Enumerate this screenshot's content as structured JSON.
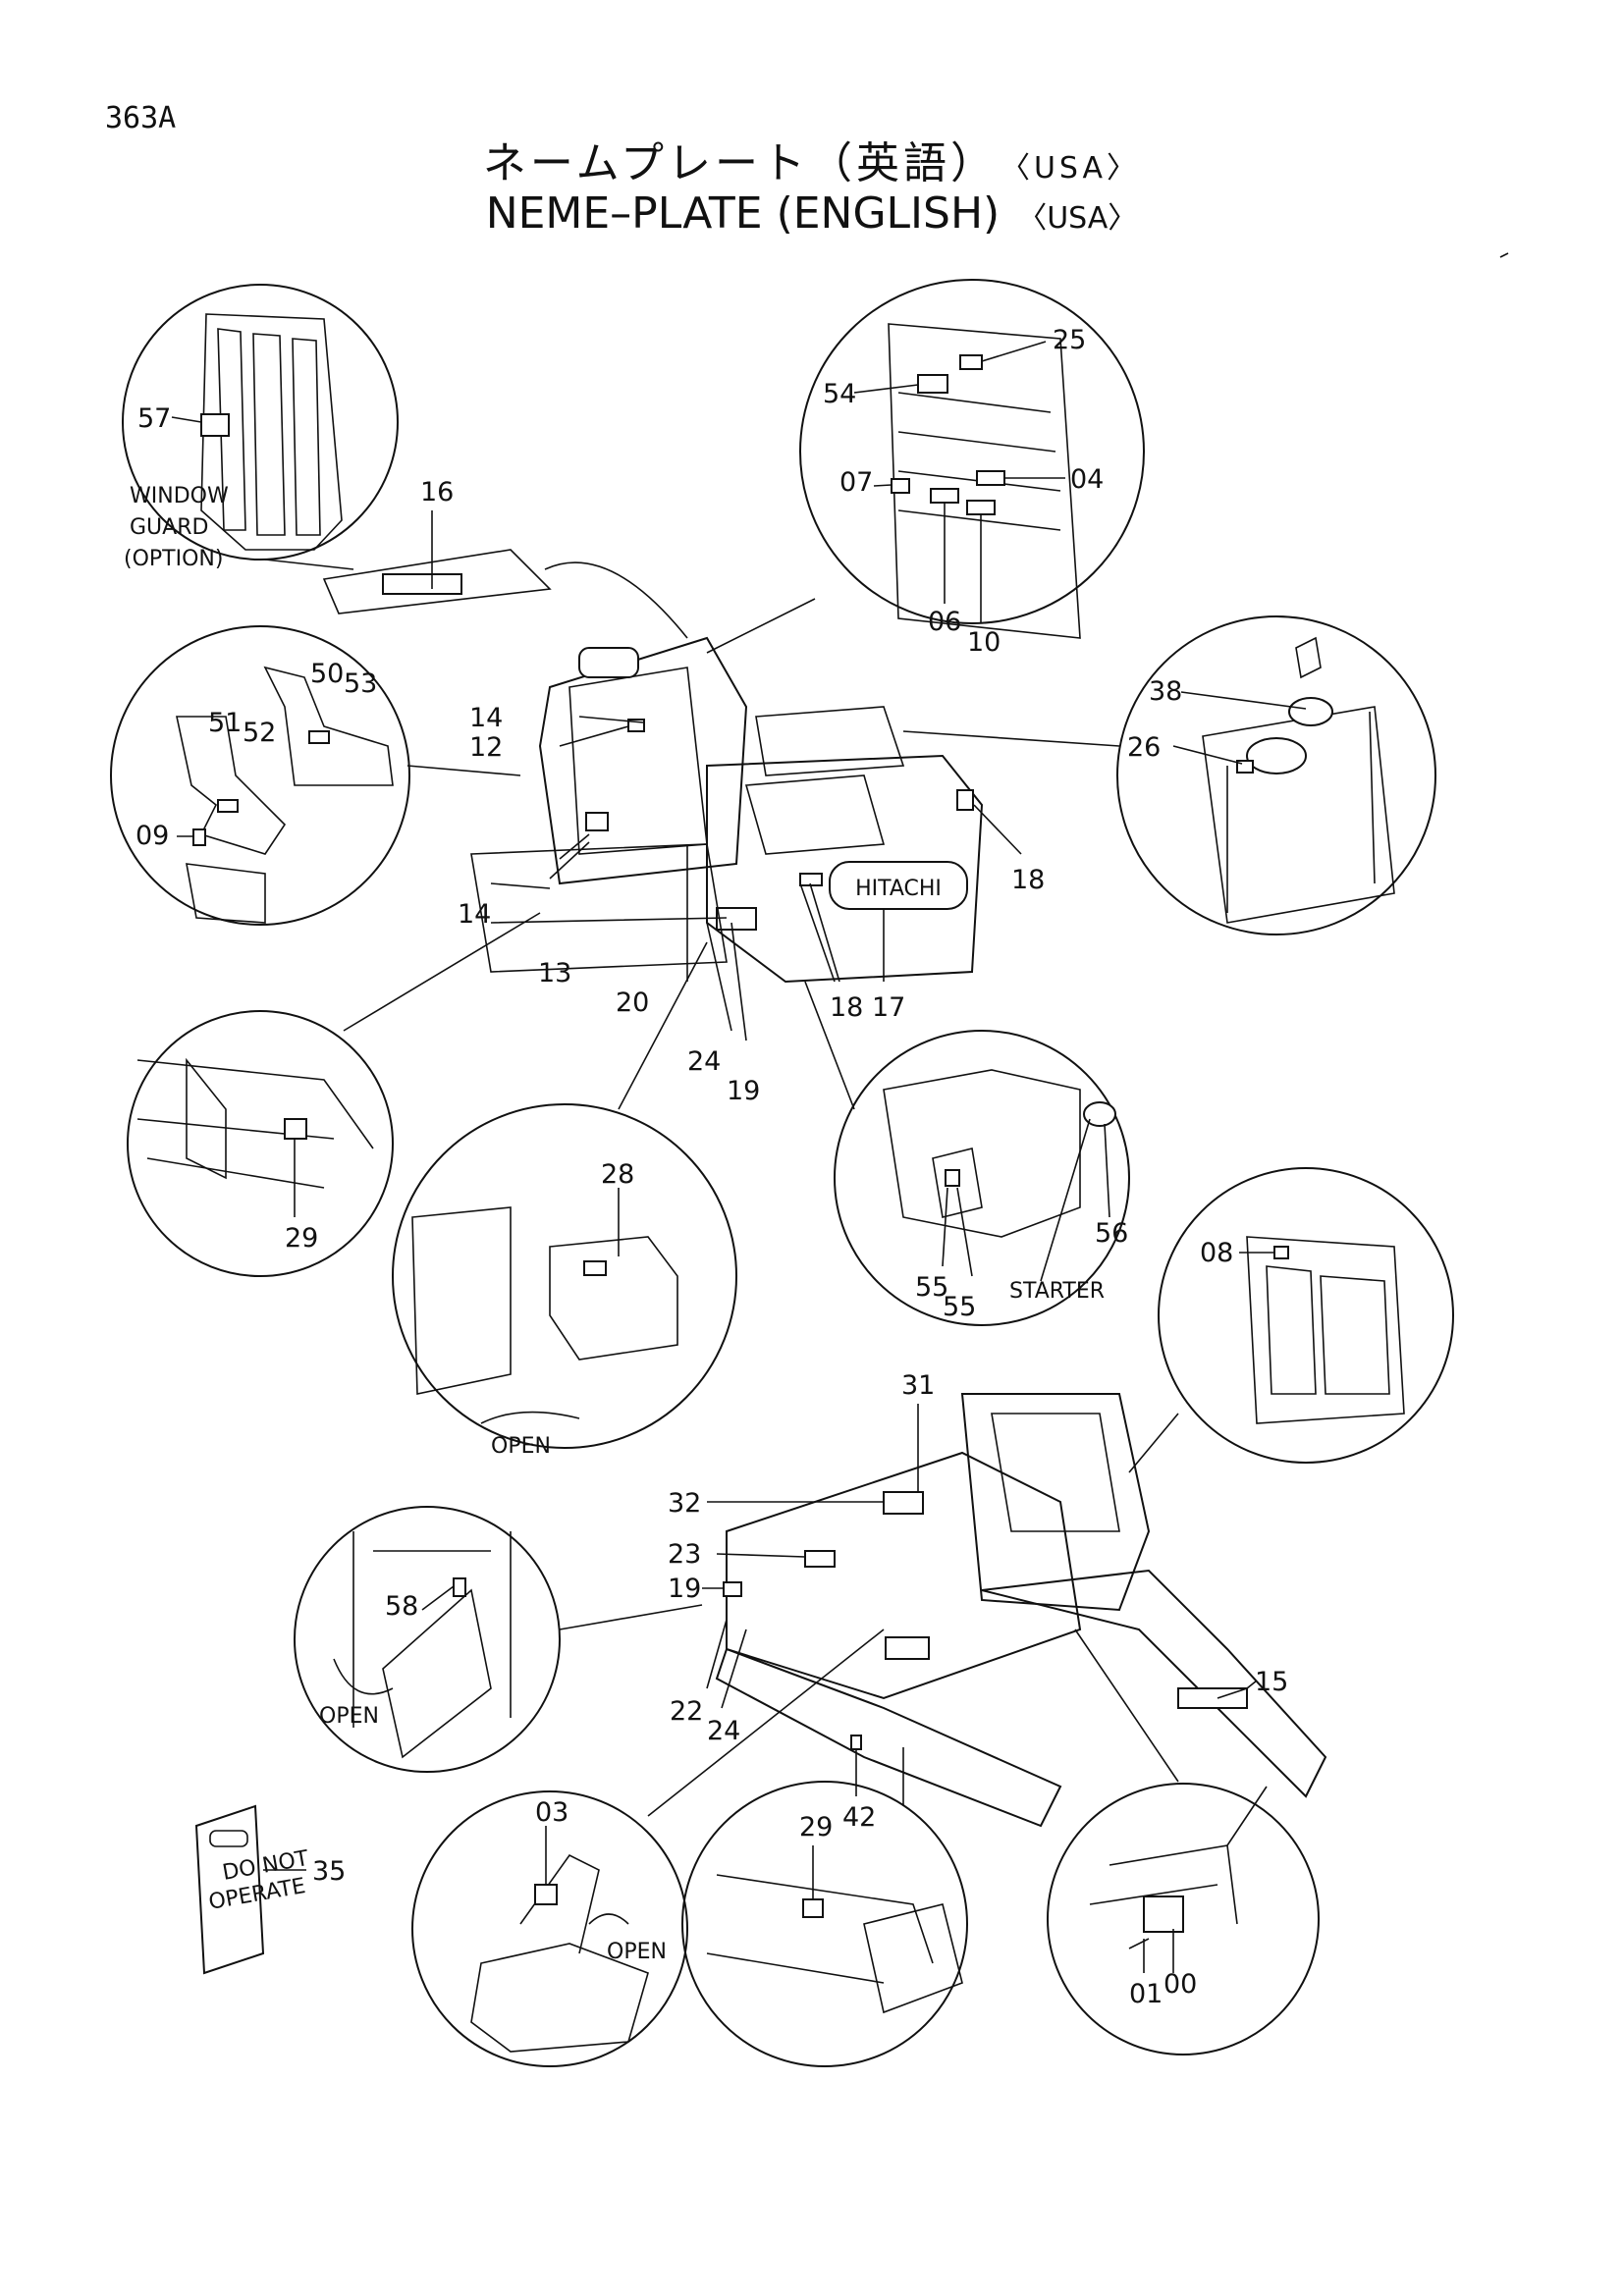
{
  "page_number": "363A",
  "title": {
    "japanese": "ネームプレート（英語）",
    "english": "NEME–PLATE (ENGLISH)",
    "region_tag": "〈USA〉"
  },
  "callouts": {
    "c57": "57",
    "c16": "16",
    "c25": "25",
    "c54": "54",
    "c07": "07",
    "c04": "04",
    "c06": "06",
    "c10": "10",
    "c38": "38",
    "c26": "26",
    "c14a": "14",
    "c12": "12",
    "c14b": "14",
    "c13": "13",
    "c20": "20",
    "c24a": "24",
    "c19a": "19",
    "c18a": "18",
    "c18b": "18",
    "c17": "17",
    "c50": "50",
    "c53": "53",
    "c51": "51",
    "c52": "52",
    "c09": "09",
    "c29a": "29",
    "c28": "28",
    "c55a": "55",
    "c55b": "55",
    "c56": "56",
    "c08": "08",
    "c31": "31",
    "c32": "32",
    "c23": "23",
    "c19b": "19",
    "c58": "58",
    "c22": "22",
    "c24b": "24",
    "c15": "15",
    "c42": "42",
    "c35": "35",
    "c03": "03",
    "c29b": "29",
    "c01": "01",
    "c00": "00"
  },
  "annotations": {
    "window_guard": "WINDOW",
    "guard": "GUARD",
    "option": "(OPTION)",
    "open_a": "OPEN",
    "open_b": "OPEN",
    "open_c": "OPEN",
    "starter": "STARTER",
    "brand": "HITACHI",
    "tag_line1": "DO NOT",
    "tag_line2": "OPERATE"
  }
}
